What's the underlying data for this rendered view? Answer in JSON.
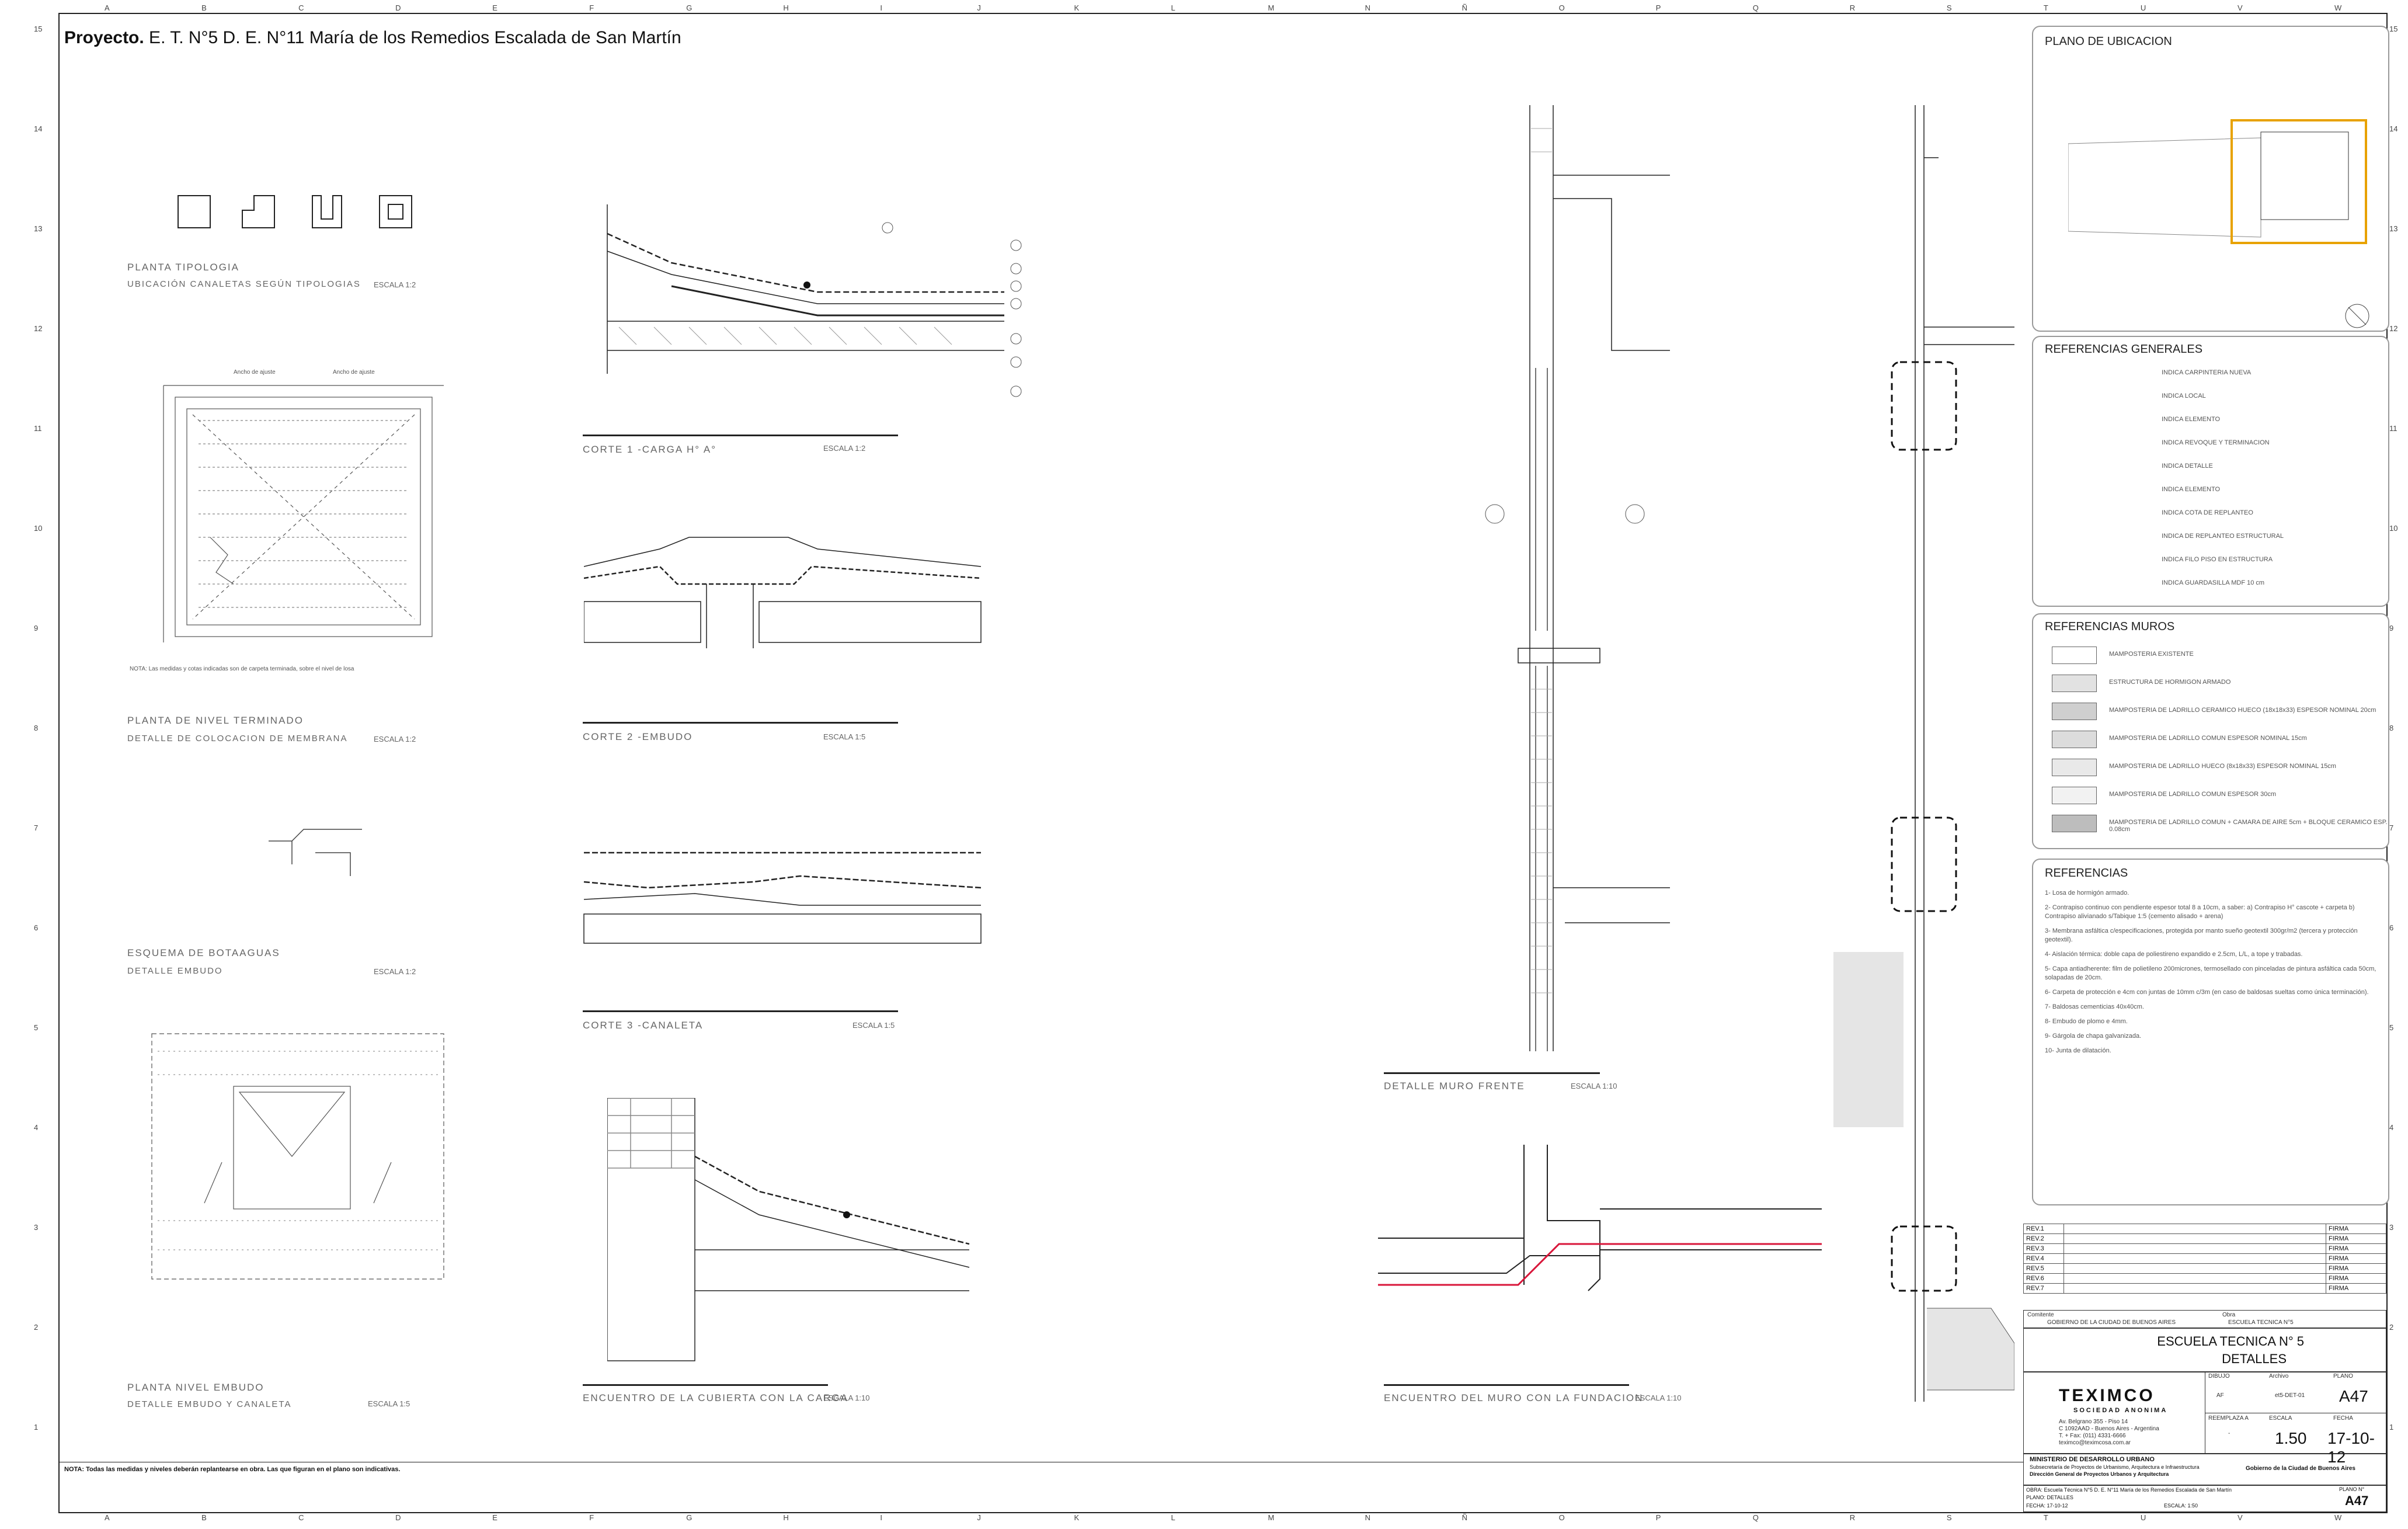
{
  "title": {
    "bold": "Proyecto.",
    "rest": " E. T. N°5 D. E. N°11 María de los Remedios Escalada de San Martín"
  },
  "grid": {
    "columns": [
      "A",
      "B",
      "C",
      "D",
      "E",
      "F",
      "G",
      "H",
      "I",
      "J",
      "K",
      "L",
      "M",
      "N",
      "Ñ",
      "O",
      "P",
      "Q",
      "R",
      "S",
      "T",
      "U",
      "V",
      "W"
    ],
    "rows": [
      "15",
      "14",
      "13",
      "12",
      "11",
      "10",
      "9",
      "8",
      "7",
      "6",
      "5",
      "4",
      "3",
      "2",
      "1"
    ]
  },
  "drawings": {
    "planta_tipologia": {
      "title": "PLANTA TIPOLOGIA",
      "sub": "UBICACIÓN CANALETAS SEGÚN TIPOLOGIAS",
      "scale": "ESCALA 1:2"
    },
    "planta_nivel_terminado": {
      "title": "PLANTA DE NIVEL TERMINADO",
      "sub": "DETALLE DE COLOCACION DE MEMBRANA",
      "scale": "ESCALA 1:2"
    },
    "esquema_botaaguas": {
      "title": "ESQUEMA DE BOTAAGUAS",
      "sub": "DETALLE EMBUDO",
      "scale": "ESCALA 1:2"
    },
    "planta_nivel_embudo": {
      "title": "PLANTA NIVEL EMBUDO",
      "sub": "DETALLE EMBUDO Y CANALETA",
      "scale": "ESCALA 1:5"
    },
    "corte1": {
      "title": "CORTE 1 -CARGA H° A°",
      "scale": "ESCALA 1:2"
    },
    "corte2": {
      "title": "CORTE 2 -EMBUDO",
      "scale": "ESCALA 1:5"
    },
    "corte3": {
      "title": "CORTE 3 -CANALETA",
      "scale": "ESCALA 1:5"
    },
    "encuentro_cubierta": {
      "title": "ENCUENTRO DE LA CUBIERTA CON LA CARGA",
      "scale": "ESCALA 1:10"
    },
    "detalle_muro": {
      "title": "DETALLE MURO FRENTE",
      "scale": "ESCALA 1:10"
    },
    "encuentro_muro": {
      "title": "ENCUENTRO DEL MURO CON LA FUNDACION",
      "scale": "ESCALA 1:10"
    }
  },
  "plano_ubicacion": {
    "title": "PLANO DE UBICACION"
  },
  "referencias_generales": {
    "title": "REFERENCIAS GENERALES",
    "items": [
      "INDICA CARPINTERIA NUEVA",
      "INDICA LOCAL",
      "INDICA ELEMENTO",
      "INDICA REVOQUE Y TERMINACION",
      "INDICA DETALLE",
      "INDICA ELEMENTO",
      "INDICA COTA DE REPLANTEO",
      "INDICA DE REPLANTEO ESTRUCTURAL",
      "INDICA FILO PISO EN ESTRUCTURA",
      "INDICA GUARDASILLA MDF 10 cm"
    ]
  },
  "referencias_muros": {
    "title": "REFERENCIAS MUROS",
    "items": [
      "MAMPOSTERIA EXISTENTE",
      "ESTRUCTURA DE HORMIGON ARMADO",
      "MAMPOSTERIA DE LADRILLO CERAMICO HUECO (18x18x33) ESPESOR NOMINAL 20cm",
      "MAMPOSTERIA DE LADRILLO COMUN ESPESOR NOMINAL 15cm",
      "MAMPOSTERIA DE LADRILLO HUECO (8x18x33) ESPESOR NOMINAL 15cm",
      "MAMPOSTERIA DE LADRILLO COMUN ESPESOR 30cm",
      "MAMPOSTERIA DE LADRILLO COMUN + CAMARA DE AIRE 5cm + BLOQUE CERAMICO ESP. 0.08cm"
    ]
  },
  "referencias": {
    "title": "REFERENCIAS",
    "items": [
      "1- Losa de hormigón armado.",
      "2- Contrapiso continuo con pendiente espesor total 8 a 10cm, a saber: a) Contrapiso H° cascote + carpeta b) Contrapiso alivianado s/Tabique 1:5 (cemento alisado + arena)",
      "3- Membrana asfáltica c/especificaciones, protegida por manto sueño geotextil 300gr/m2 (tercera y protección geotextil).",
      "4- Aislación térmica: doble capa de poliestireno expandido e 2.5cm, L/L, a tope y trabadas.",
      "5- Capa antiadherente: film de polietileno 200micrones, termosellado con pinceladas de pintura asfáltica cada 50cm, solapadas de 20cm.",
      "6- Carpeta de protección e 4cm con juntas de 10mm c/3m (en caso de baldosas sueltas como única terminación).",
      "7- Baldosas cementicias 40x40cm.",
      "8- Embudo de plomo e 4mm.",
      "9- Gárgola de chapa galvanizada.",
      "10- Junta de dilatación."
    ]
  },
  "revisiones": [
    "REV.1",
    "REV.2",
    "REV.3",
    "REV.4",
    "REV.5",
    "REV.6",
    "REV.7"
  ],
  "firma": "FIRMA",
  "cartouche": {
    "cliente_label": "Comitente",
    "cliente": "GOBIERNO DE LA CIUDAD DE BUENOS AIRES",
    "obra_label": "Obra",
    "obra": "ESCUELA TECNICA N°5",
    "project_title": "ESCUELA TECNICA N° 5",
    "project_sub": "DETALLES",
    "company": "TEXIMCO",
    "company_sub": "SOCIEDAD ANONIMA",
    "address": "Av. Belgrano 355 - Piso 14\nC 1092AAD - Buenos Aires - Argentina\nT. + Fax: (011) 4331-6666\nteximco@teximcosa.com.ar",
    "dibujo_label": "DIBUJO",
    "dibujo": "AF",
    "archivo_label": "Archivo",
    "archivo": "et5-DET-01",
    "plano_label": "PLANO",
    "plano": "A47",
    "reemplaza_label": "REEMPLAZA A",
    "reemplaza": "-",
    "escala_label": "ESCALA",
    "escala": "1.50",
    "fecha_label": "FECHA",
    "fecha": "17-10-12",
    "ministerio": "MINISTERIO DE DESARROLLO URBANO",
    "subsecretaria": "Subsecretaría de Proyectos de Urbanismo, Arquitectura e Infraestructura",
    "direccion": "Dirección General de Proyectos Urbanos y Arquitectura",
    "gobierno": "Gobierno de la Ciudad de Buenos Aires",
    "obra_line": "OBRA:  Escuela Técnica N°5 D. E. N°11 María de los Remedios Escalada de San Martín",
    "plano_line": "PLANO:  DETALLES",
    "fecha_line": "FECHA: 17-10-12",
    "escala_line": "ESCALA: 1:50",
    "plano_n_label": "PLANO N°",
    "plano_n": "A47"
  },
  "nota": "NOTA: Todas las medidas y niveles deberán replantearse en obra. Las que figuran en el plano son indicativas."
}
